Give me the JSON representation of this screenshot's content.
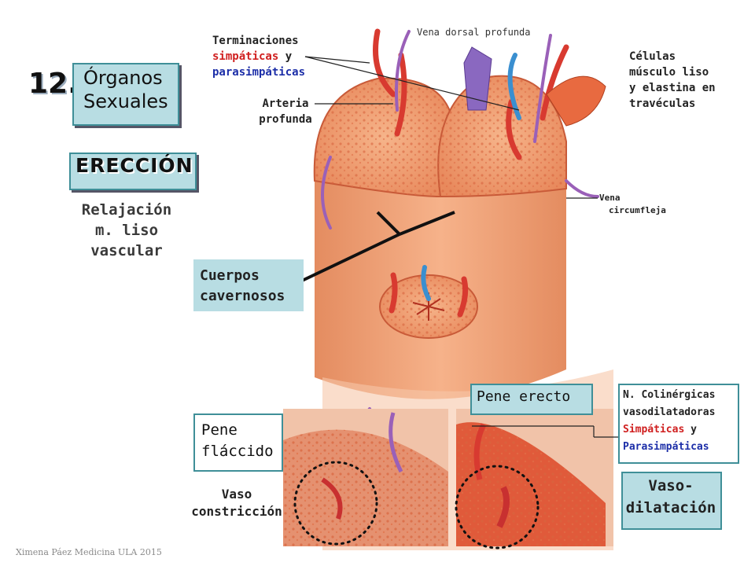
{
  "slide": {
    "number": "12.",
    "title_line1": "Órganos",
    "title_line2": "Sexuales",
    "section": "ERECCIÓN",
    "subtitle_line1": "Relajación",
    "subtitle_line2": "m. liso",
    "subtitle_line3": "vascular",
    "footer": "Ximena Páez Medicina ULA 2015"
  },
  "labels": {
    "terminaciones": "Terminaciones",
    "simpaticas": "simpáticas",
    "y": " y",
    "parasimpaticas": "parasimpáticas",
    "arteria": "Arteria",
    "profunda": "profunda",
    "vena_dorsal": "Vena dorsal profunda",
    "celulas_1": "Células",
    "celulas_2": "músculo liso",
    "celulas_3": "y elastina en",
    "celulas_4": "travéculas",
    "vena": "Vena",
    "circumfleja": "circumfleja",
    "cuerpos_1": "Cuerpos",
    "cuerpos_2": "cavernosos",
    "pene_erecto": "Pene erecto",
    "pene_flaccido_1": "Pene",
    "pene_flaccido_2": "fláccido",
    "vaso_1": "Vaso",
    "vaso_2": "constricción",
    "n_colinergicas": "N. Colinérgicas",
    "vasodilatadoras": "vasodilatadoras",
    "simpaticas_cap": "Simpáticas",
    "y2": " y",
    "parasimpaticas_cap": "Parasimpáticas",
    "vasodil_1": "Vaso-",
    "vasodil_2": "dilatación"
  },
  "colors": {
    "tissue": "#f0a070",
    "tissue_dark": "#d96040",
    "box_fill": "#b8dde3",
    "box_border": "#3f8f98",
    "red_text": "#d02020",
    "blue_text": "#1c2ea8",
    "nerve": "#9a60b8",
    "vein_blue": "#3a8fd0"
  }
}
